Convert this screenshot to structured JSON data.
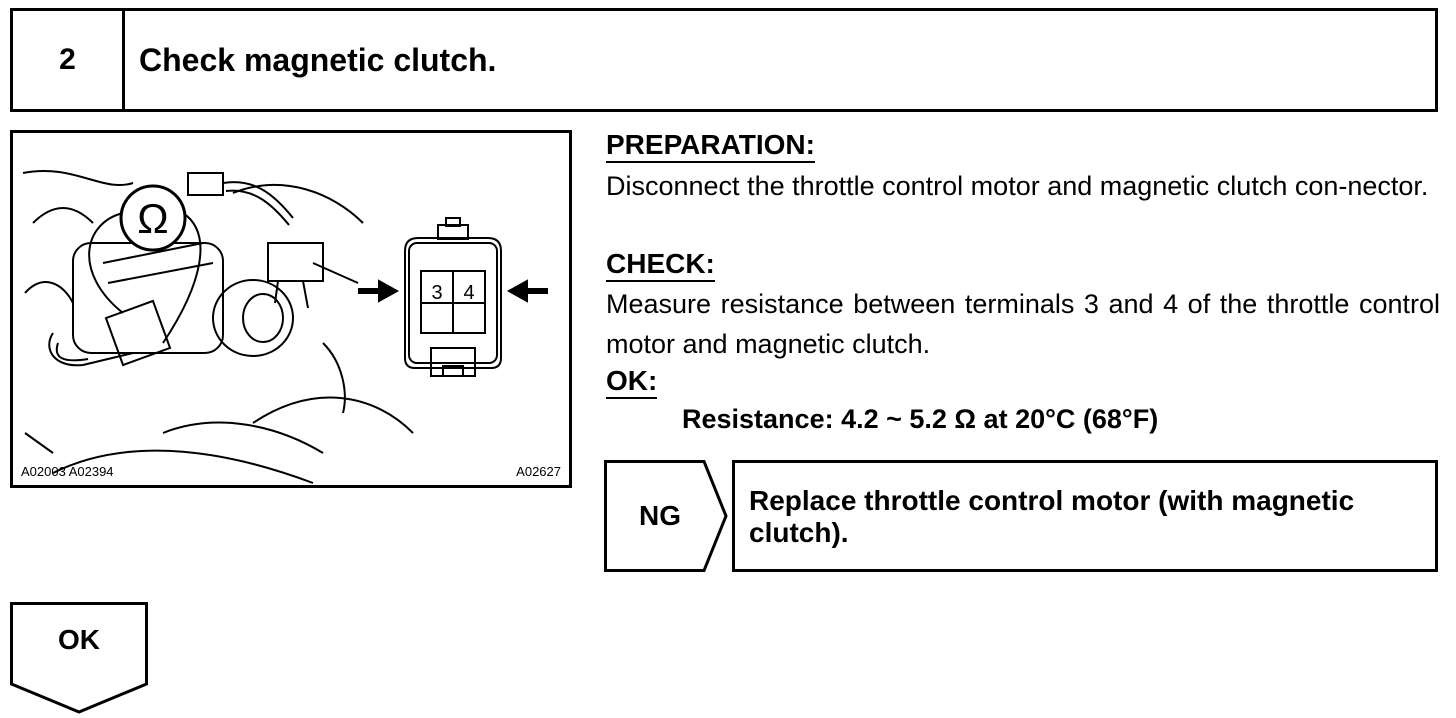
{
  "header": {
    "step_number": "2",
    "title": "Check magnetic clutch."
  },
  "figure": {
    "ohm_symbol": "Ω",
    "terminal_left": "3",
    "terminal_right": "4",
    "code_left": "A02003 A02394",
    "code_right": "A02627"
  },
  "preparation": {
    "label": "PREPARATION:",
    "text": "Disconnect the throttle control motor and magnetic clutch con-nector."
  },
  "check": {
    "label": "CHECK:",
    "text": "Measure resistance between terminals 3 and 4 of the throttle control motor and magnetic clutch."
  },
  "ok_spec": {
    "label": "OK:",
    "resistance": "Resistance: 4.2 ~ 5.2 Ω at 20°C (68°F)"
  },
  "ng": {
    "label": "NG",
    "action": "Replace throttle control motor (with magnetic clutch)."
  },
  "ok_result": {
    "label": "OK"
  }
}
